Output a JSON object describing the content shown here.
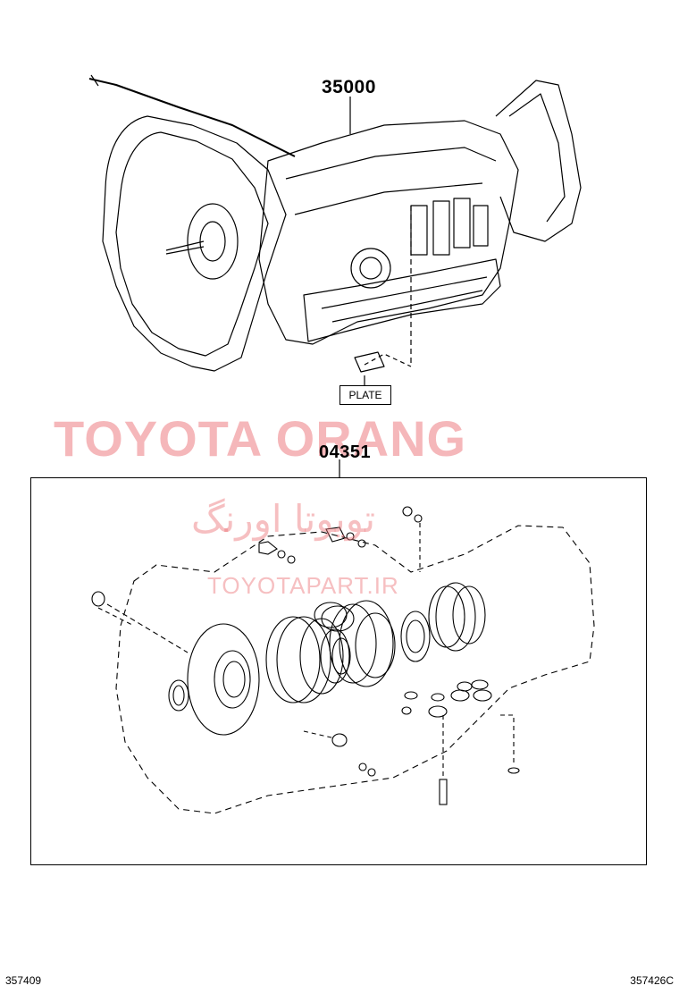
{
  "diagram": {
    "transmission_part_number": "35000",
    "kit_part_number": "04351",
    "plate_label": "PLATE",
    "footer_left_code": "357409",
    "footer_right_code": "357426C"
  },
  "watermark": {
    "brand_en": "TOYOTA ORANG",
    "brand_fa": "تویوتا اورنگ",
    "site": "TOYOTAPART.IR",
    "color": "#ec7076"
  }
}
